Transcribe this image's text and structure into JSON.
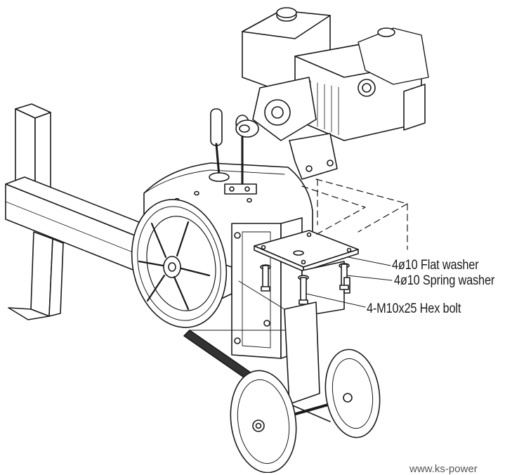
{
  "labels": {
    "flat_washer": "4ø10 Flat washer",
    "spring_washer": "4ø10 Spring washer",
    "hex_bolt": "4-M10x25 Hex bolt"
  },
  "watermark": "www.ks-power"
}
